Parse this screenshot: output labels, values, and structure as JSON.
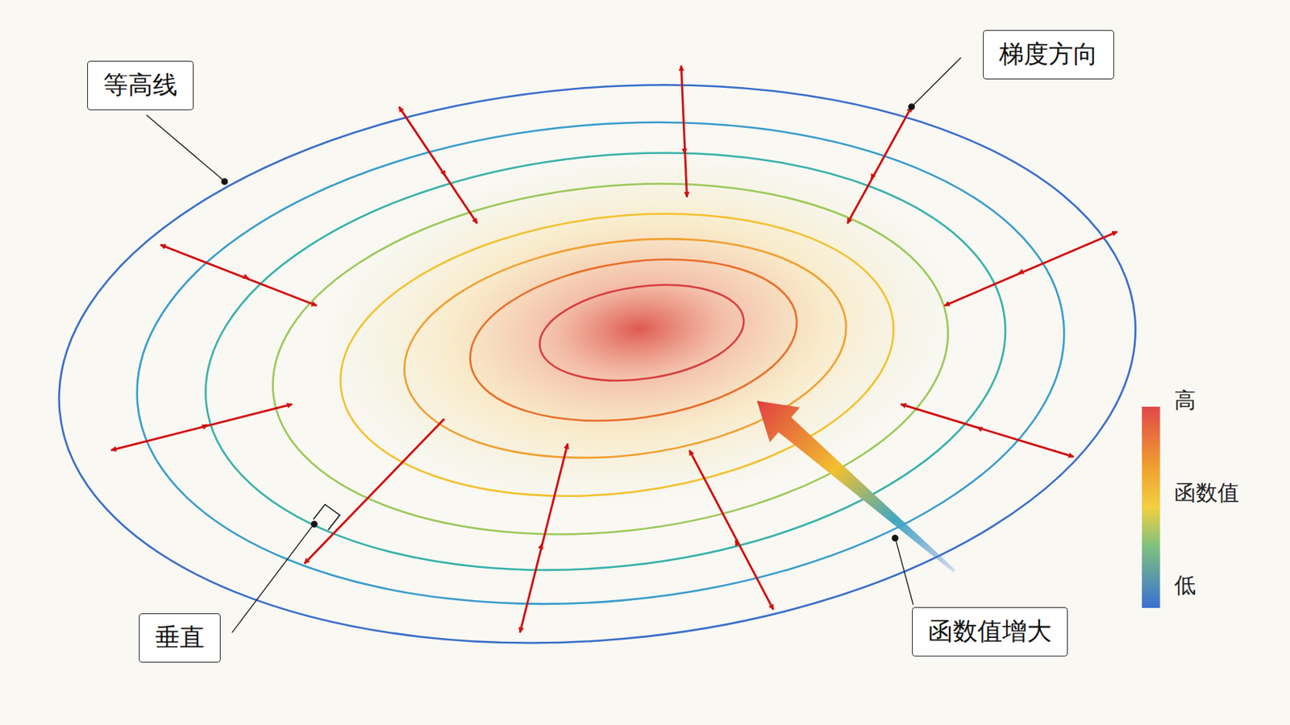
{
  "diagram": {
    "nodes": [
      {
        "text": [
          "等高线"
        ]
      },
      {
        "text": [
          "梯度方向"
        ]
      },
      {
        "text": [
          "垂直"
        ]
      },
      {
        "text": [
          "函数值增大"
        ]
      }
    ],
    "labels": [
      "高",
      "函数值",
      "低"
    ]
  }
}
